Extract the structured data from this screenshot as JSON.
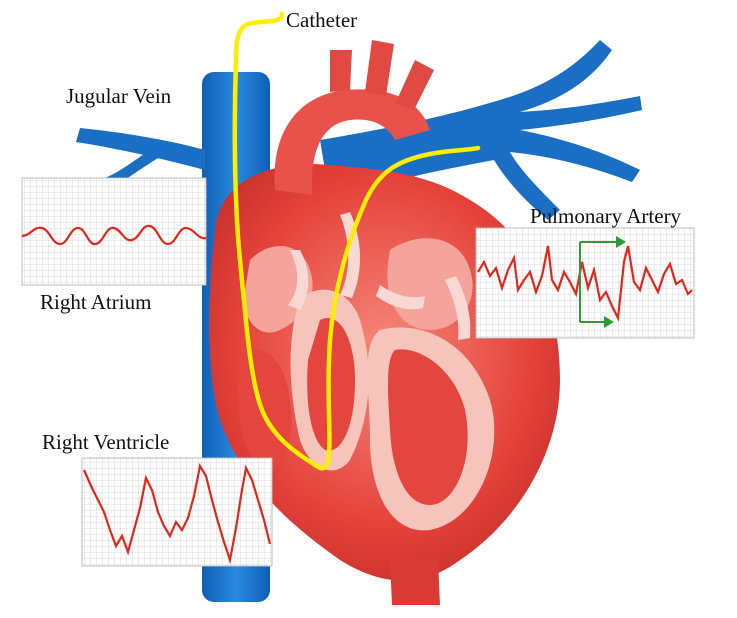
{
  "labels": {
    "catheter": "Catheter",
    "jugular_vein": "Jugular Vein",
    "pulmonary_artery": "Pulmonary Artery",
    "right_atrium": "Right Atrium",
    "right_ventricle": "Right Ventricle"
  },
  "colors": {
    "vein_blue": "#1f73c9",
    "heart_red": "#e8413a",
    "heart_light": "#f4a49a",
    "heart_pink": "#f7c4bc",
    "catheter_yellow": "#ffee00",
    "trace_red": "#e3261b",
    "grid": "#c9c9c9",
    "arrow_green": "#2f9a3a"
  }
}
